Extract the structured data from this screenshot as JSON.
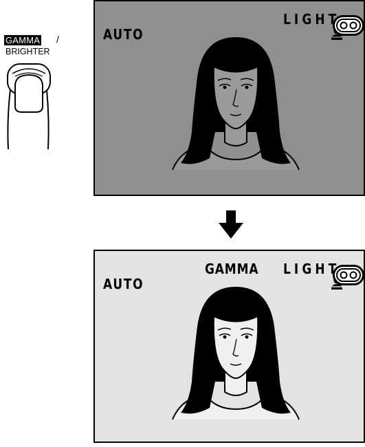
{
  "button": {
    "label_top": "GAMMA",
    "slash": "/",
    "label_bottom": "BRIGHTER"
  },
  "screen_before": {
    "mode": "AUTO",
    "light": "LIGHT"
  },
  "screen_after": {
    "mode": "AUTO",
    "gamma": "GAMMA",
    "light": "LIGHT"
  },
  "colors": {
    "before_background": "#8f8f8f",
    "before_face": "#9a9a9a",
    "after_background": "#e3e3e3",
    "after_face": "#f0f0f0"
  },
  "icons": [
    "button-press-icon",
    "person-icon",
    "light-ring-icon",
    "down-arrow-icon"
  ]
}
